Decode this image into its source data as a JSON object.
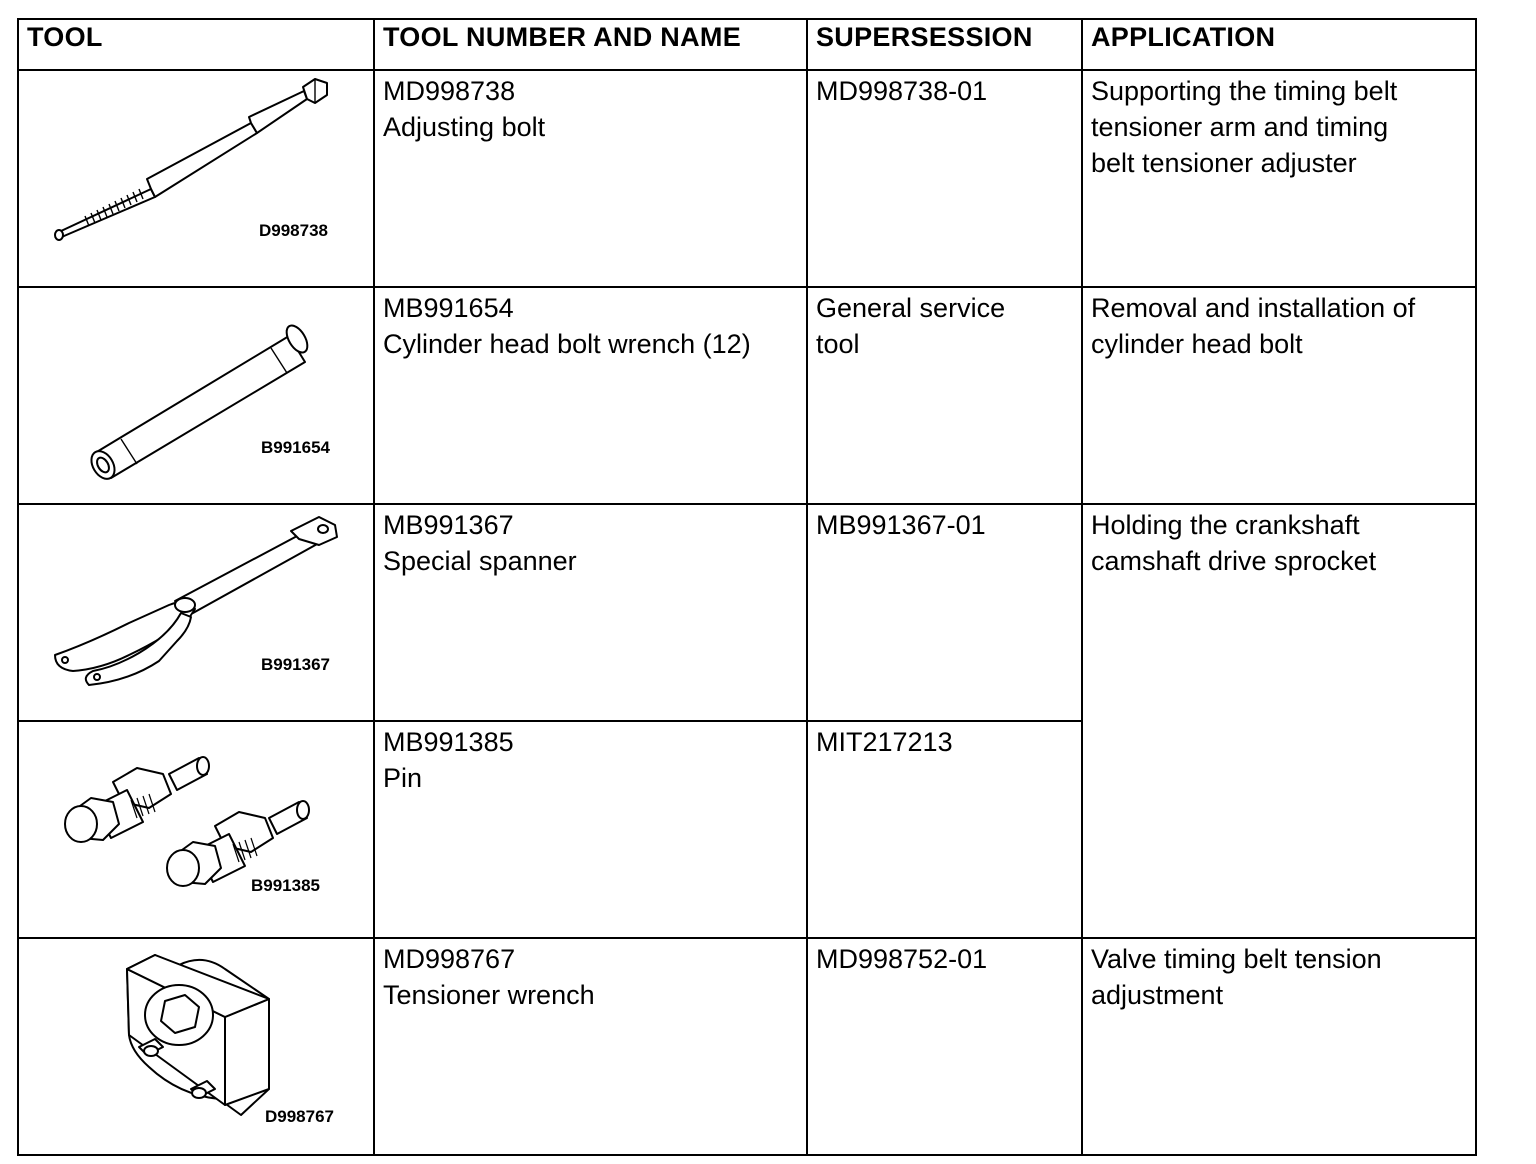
{
  "headers": {
    "tool": "TOOL",
    "number_name": "TOOL NUMBER AND NAME",
    "supersession": "SUPERSESSION",
    "application": "APPLICATION"
  },
  "rows": [
    {
      "image_label": "D998738",
      "number": "MD998738",
      "name": "Adjusting bolt",
      "supersession": [
        "MD998738-01"
      ],
      "application": [
        "Supporting the timing belt",
        "tensioner arm and timing",
        "belt tensioner adjuster"
      ]
    },
    {
      "image_label": "B991654",
      "number": "MB991654",
      "name": "Cylinder head bolt wrench (12)",
      "supersession": [
        "General service",
        "tool"
      ],
      "application": [
        "Removal and installation of",
        "cylinder head bolt"
      ]
    },
    {
      "image_label": "B991367",
      "number": "MB991367",
      "name": "Special spanner",
      "supersession": [
        "MB991367-01"
      ],
      "application": [
        "Holding the crankshaft",
        "camshaft drive sprocket"
      ]
    },
    {
      "image_label": "B991385",
      "number": "MB991385",
      "name": "Pin",
      "supersession": [
        "MIT217213"
      ]
    },
    {
      "image_label": "D998767",
      "number": "MD998767",
      "name": "Tensioner wrench",
      "supersession": [
        "MD998752-01"
      ],
      "application": [
        "Valve timing belt tension",
        "adjustment"
      ]
    }
  ]
}
